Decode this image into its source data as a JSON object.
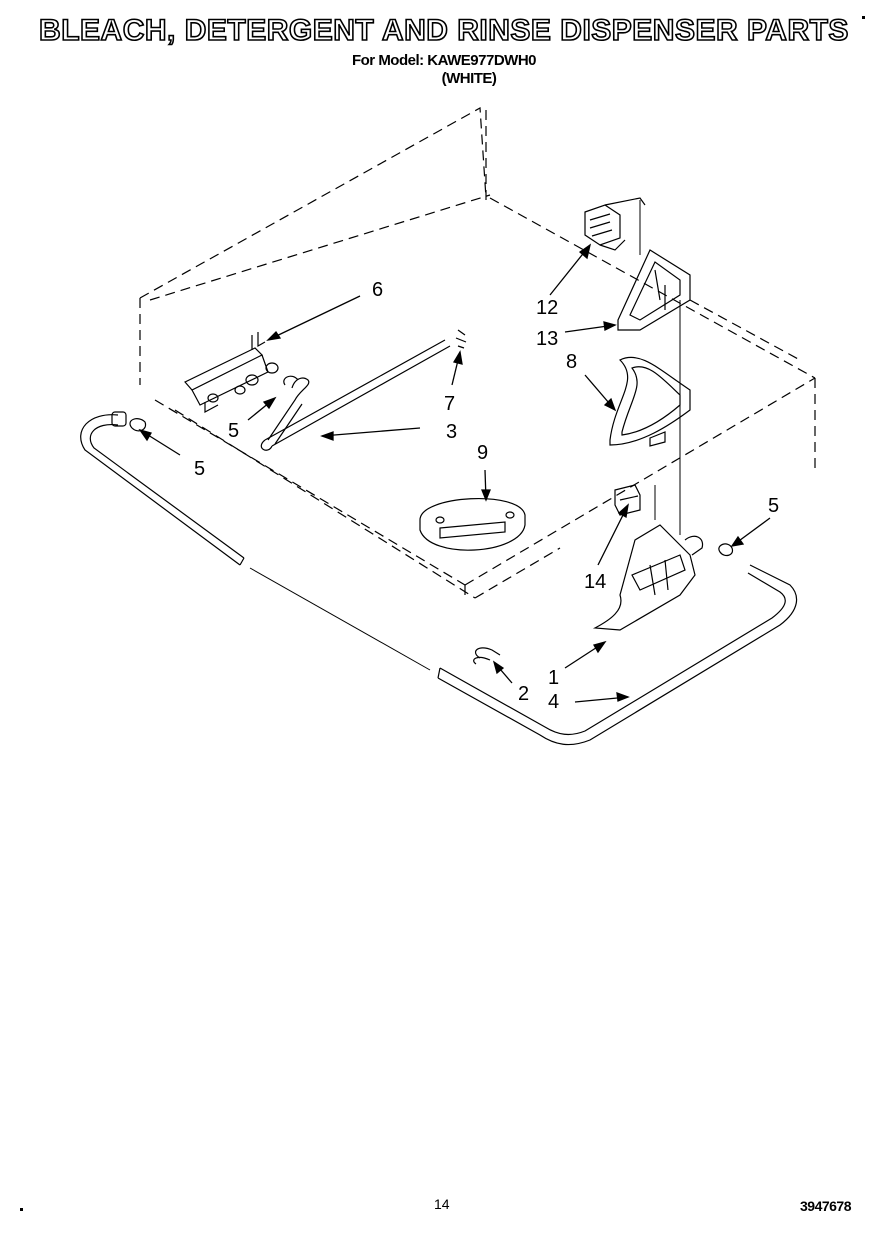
{
  "header": {
    "title": "BLEACH, DETERGENT AND RINSE DISPENSER PARTS",
    "model_line": "For Model: KAWE977DWH0",
    "variant_line": "(WHITE)"
  },
  "footer": {
    "page_number": "14",
    "document_number": "3947678"
  },
  "callouts": {
    "c1": "1",
    "c2": "2",
    "c3": "3",
    "c4": "4",
    "c5a": "5",
    "c5b": "5",
    "c5c": "5",
    "c6": "6",
    "c7": "7",
    "c8": "8",
    "c9": "9",
    "c12": "12",
    "c13": "13",
    "c14": "14"
  }
}
